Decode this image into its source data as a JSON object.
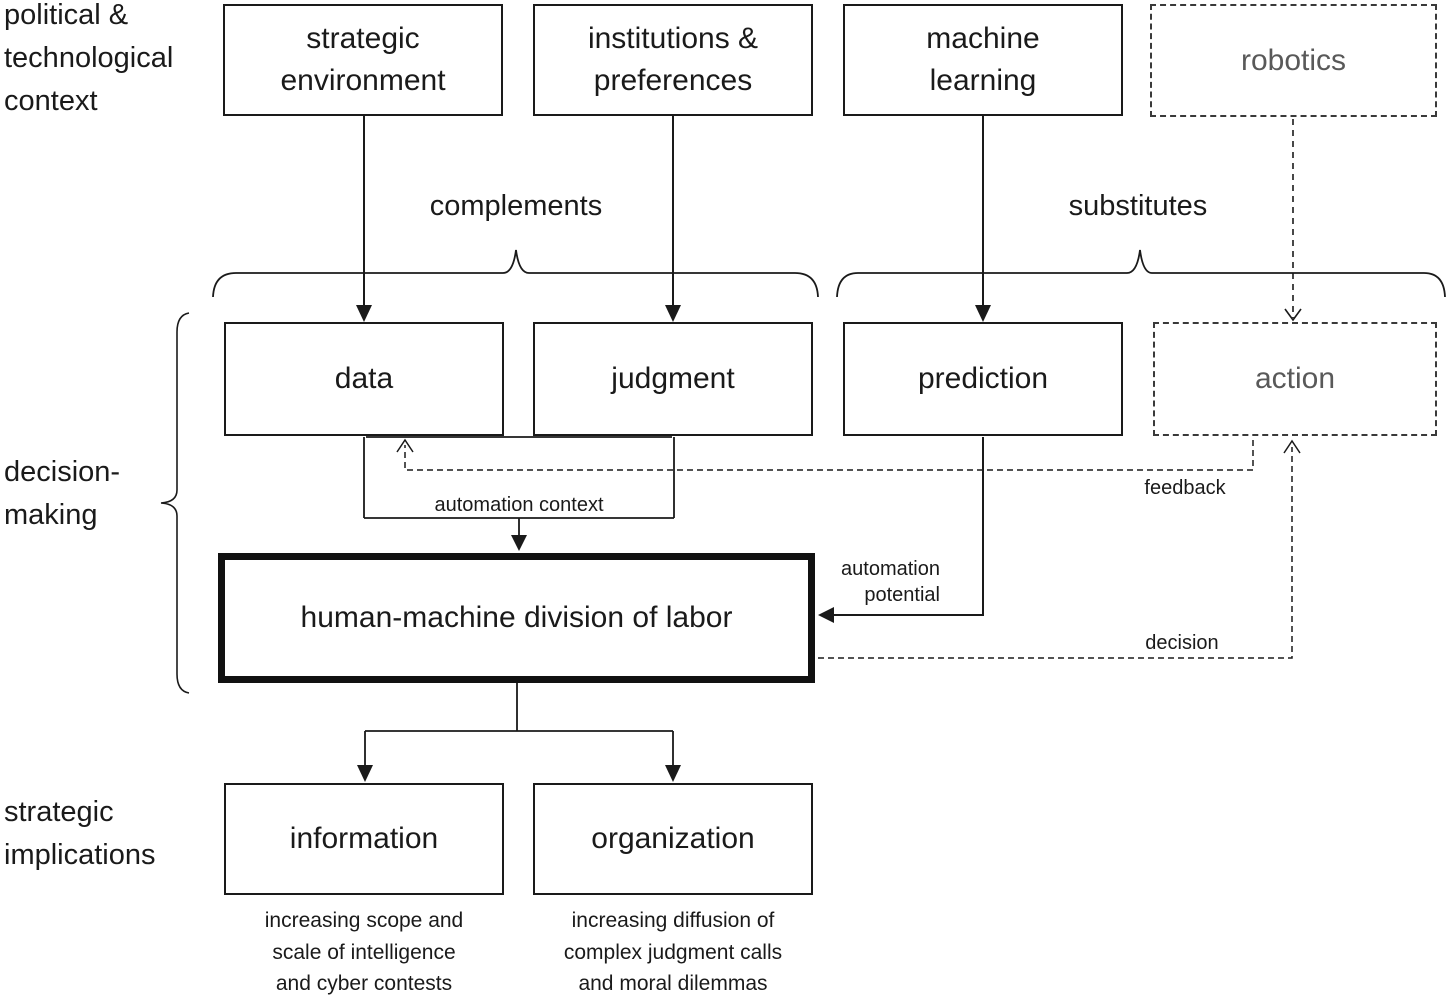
{
  "diagram": {
    "title_hint": "human-machine division of labor framework",
    "row_labels": {
      "context": "political &\ntechnological\ncontext",
      "decision_making": "decision-\nmaking",
      "strategic_implications": "strategic\nimplications"
    },
    "context_row": {
      "strategic_environment": "strategic\nenvironment",
      "institutions_preferences": "institutions &\npreferences",
      "machine_learning": "machine\nlearning",
      "robotics": "robotics"
    },
    "group_labels": {
      "complements": "complements",
      "substitutes": "substitutes"
    },
    "decision_row": {
      "data": "data",
      "judgment": "judgment",
      "prediction": "prediction",
      "action": "action"
    },
    "center_box": "human-machine division of labor",
    "edge_labels": {
      "automation_context": "automation context",
      "automation_potential": "automation\npotential",
      "feedback": "feedback",
      "decision": "decision"
    },
    "implications_row": {
      "information": "information",
      "organization": "organization"
    },
    "captions": {
      "information": "increasing scope and\nscale of intelligence\nand cyber contests",
      "organization": "increasing diffusion of\ncomplex judgment calls\nand moral dilemmas"
    },
    "colors": {
      "line": "#1a1a1a",
      "muted_text": "#595959",
      "background": "#ffffff"
    }
  }
}
